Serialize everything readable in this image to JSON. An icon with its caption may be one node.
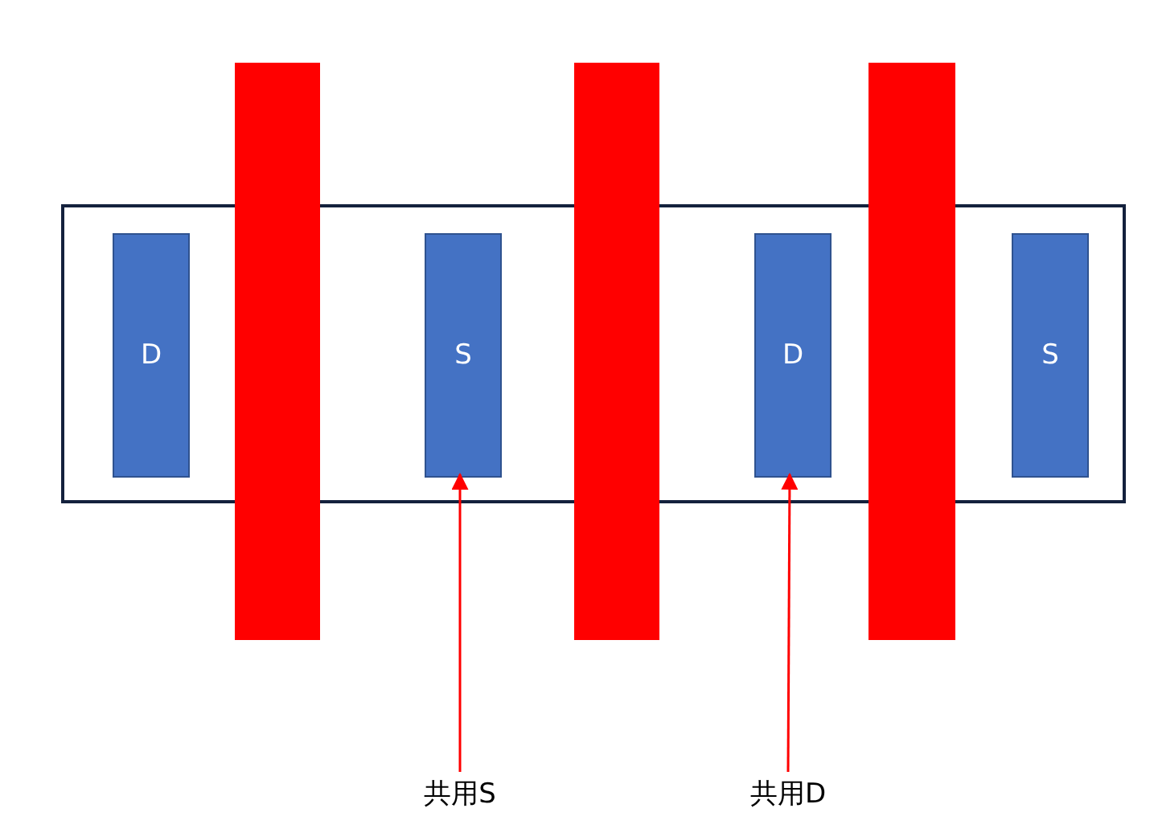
{
  "diagram": {
    "nodes": [
      {
        "text": [],
        "shape": "box"
      },
      {
        "text": [
          "D"
        ],
        "in": 0
      },
      {
        "text": [
          "S"
        ],
        "in": 0
      },
      {
        "text": [
          "D"
        ],
        "in": 0
      },
      {
        "text": [
          "S"
        ],
        "in": 0
      },
      {
        "text": [],
        "shape": "bar"
      },
      {
        "text": [],
        "shape": "bar"
      },
      {
        "text": [],
        "shape": "bar"
      },
      {
        "text": [
          "共用S"
        ]
      },
      {
        "text": [
          "共用D"
        ]
      }
    ],
    "edges": [
      {
        "from": 8,
        "to": 2,
        "arrow": "to",
        "color": "#ff0000"
      },
      {
        "from": 9,
        "to": 3,
        "arrow": "to",
        "color": "#ff0000"
      }
    ]
  }
}
